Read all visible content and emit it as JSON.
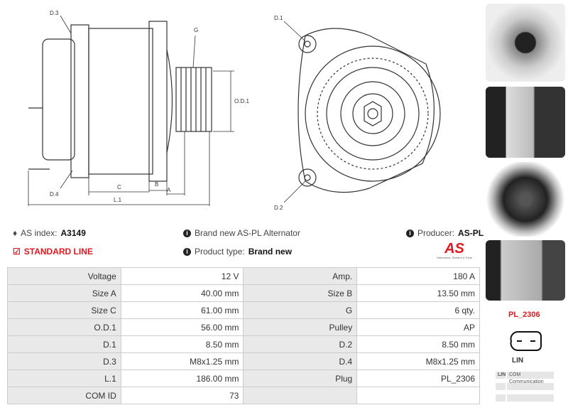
{
  "drawing": {
    "labels": {
      "d3": "D.3",
      "d4": "D.4",
      "g": "G",
      "od1": "O.D.1",
      "c": "C",
      "b": "B",
      "a": "A",
      "l1": "L.1",
      "d1": "D.1",
      "d2": "D.2"
    }
  },
  "info": {
    "as_index_label": "AS index:",
    "as_index": "A3149",
    "line": "STANDARD LINE",
    "brand_text": "Brand new AS-PL Alternator",
    "product_type_label": "Product type:",
    "product_type": "Brand new",
    "producer_label": "Producer:",
    "producer": "AS-PL",
    "logo_text": "AS",
    "logo_tagline": "Alternators, Starters & Parts"
  },
  "specs": [
    [
      "Voltage",
      "12 V",
      "Amp.",
      "180 A"
    ],
    [
      "Size A",
      "40.00 mm",
      "Size B",
      "13.50 mm"
    ],
    [
      "Size C",
      "61.00 mm",
      "G",
      "6 qty."
    ],
    [
      "O.D.1",
      "56.00 mm",
      "Pulley",
      "AP"
    ],
    [
      "D.1",
      "8.50 mm",
      "D.2",
      "8.50 mm"
    ],
    [
      "D.3",
      "M8x1.25 mm",
      "D.4",
      "M8x1.25 mm"
    ],
    [
      "L.1",
      "186.00 mm",
      "Plug",
      "PL_2306"
    ],
    [
      "COM ID",
      "73",
      "",
      ""
    ]
  ],
  "plug": {
    "code": "PL_2306",
    "type": "LIN",
    "pins": [
      [
        "LIN",
        "COM Communication"
      ],
      [
        "",
        ""
      ],
      [
        "",
        ""
      ]
    ]
  },
  "colors": {
    "accent": "#e3161d"
  }
}
